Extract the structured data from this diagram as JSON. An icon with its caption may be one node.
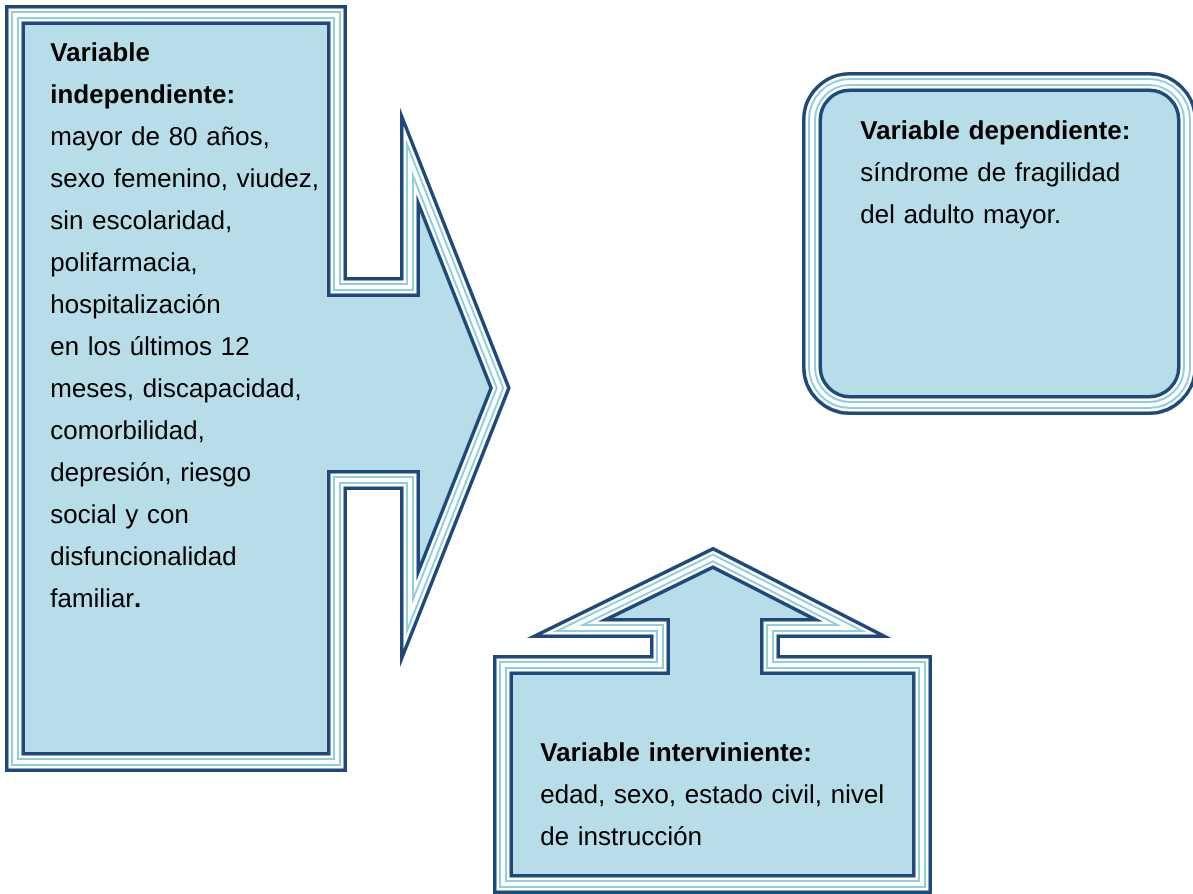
{
  "diagram": {
    "nodes": [
      {
        "text": [
          "Variable independiente:",
          "mayor de 80 años, sexo femenino, viudez, sin escolaridad, polifarmacia, hospitalización en los últimos 12 meses, discapacidad, comorbilidad, depresión, riesgo social y con disfuncionalidad familiar**.**"
        ]
      },
      {
        "text": [
          "Variable dependiente:",
          "síndrome de fragilidad del adulto mayor."
        ]
      },
      {
        "text": [
          "Variable interviniente:",
          "edad, sexo, estado civil, nivel de instrucción"
        ]
      }
    ]
  }
}
